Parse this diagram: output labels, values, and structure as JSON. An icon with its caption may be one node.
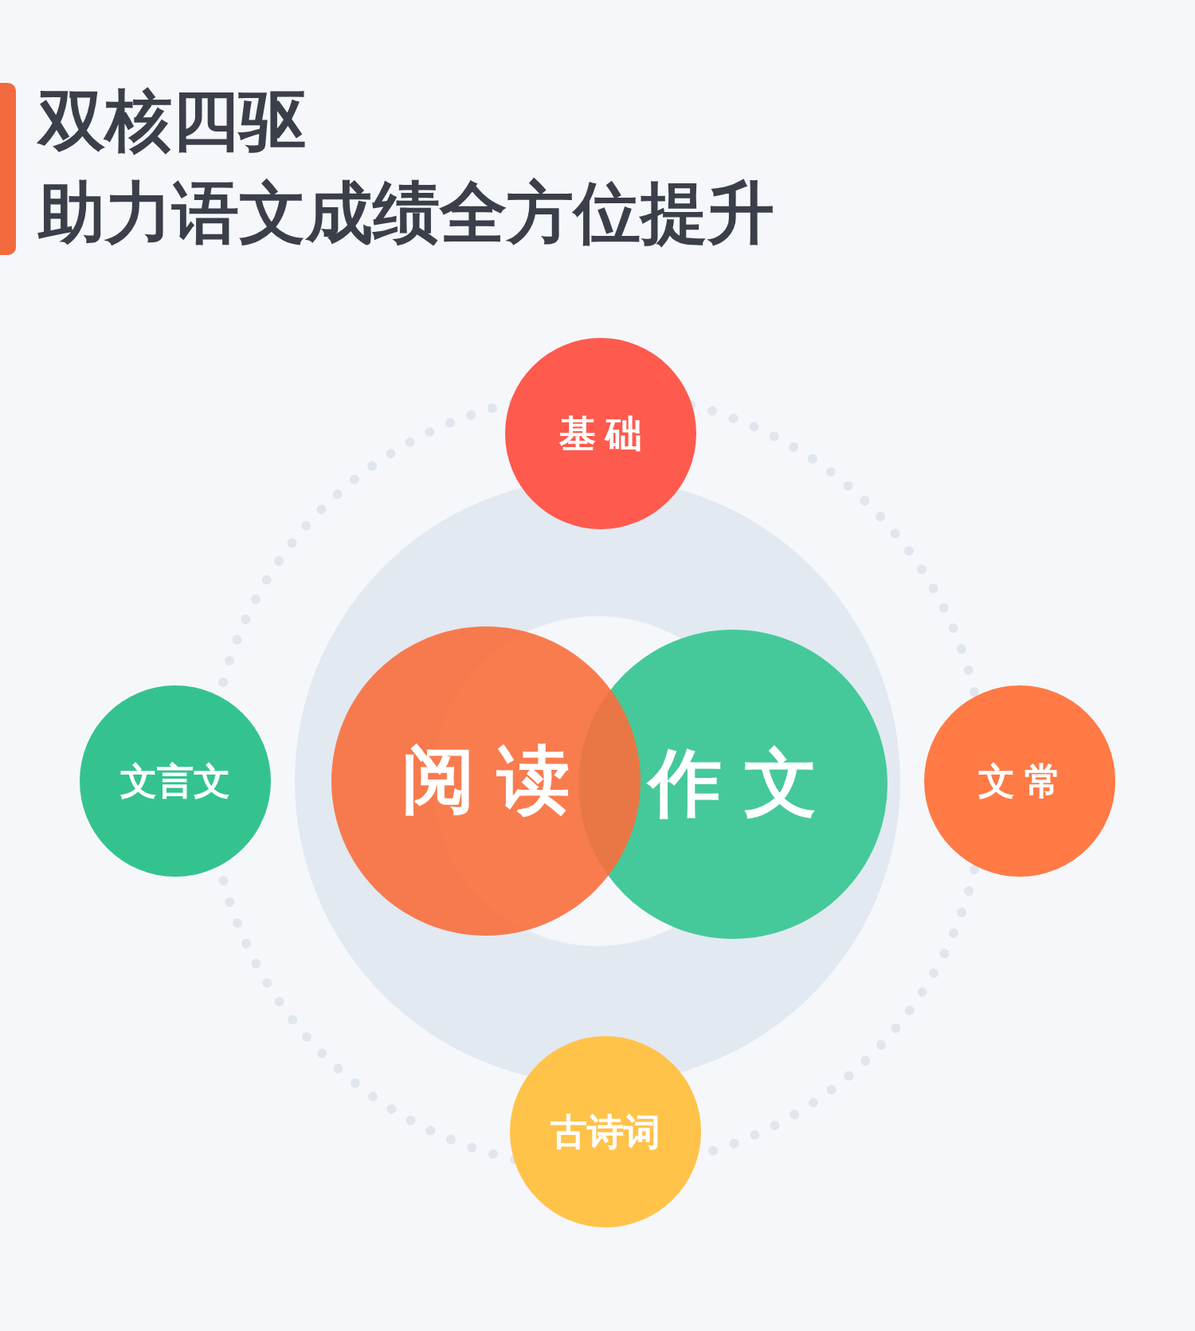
{
  "diagram": {
    "title": "双核四驱",
    "nodes": [
      {
        "text": [
          "基础"
        ]
      },
      {
        "text": [
          "文言文"
        ]
      },
      {
        "text": [],
        "shape": "circle"
      },
      {
        "text": [
          "阅读"
        ],
        "in": 2
      },
      {
        "text": [
          "作文"
        ],
        "in": 2
      },
      {
        "text": [
          "文常"
        ]
      },
      {
        "text": [
          "古诗词"
        ]
      }
    ],
    "labels": [
      "助力语文成绩全方位提升"
    ]
  }
}
